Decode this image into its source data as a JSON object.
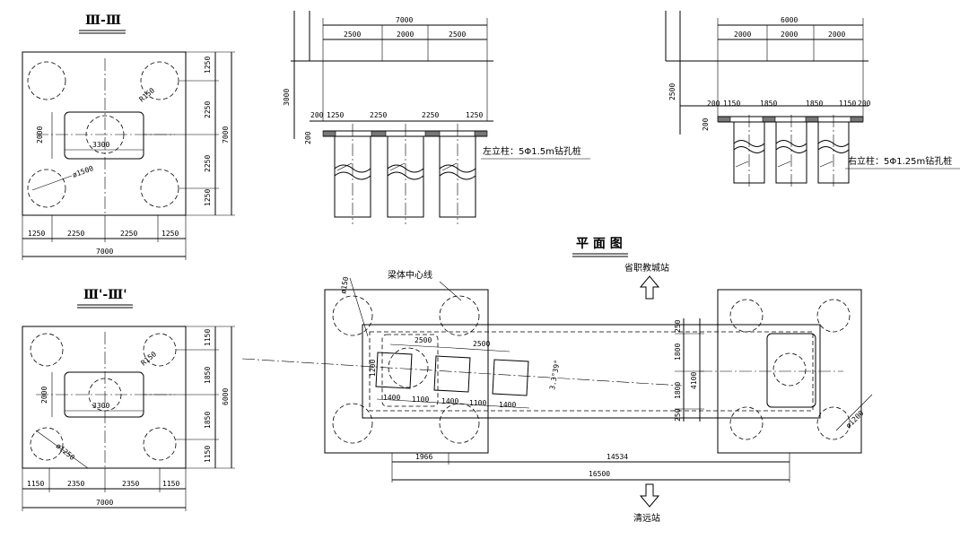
{
  "titles": {
    "section_3": "Ⅲ-Ⅲ",
    "section_3p": "Ⅲ'-Ⅲ'",
    "plan": "平 面 图"
  },
  "annotations": {
    "left_pile": "左立柱：5Φ1.5m钻孔桩",
    "right_pile": "右立柱：5Φ1.25m钻孔桩",
    "beam_center": "梁体中心线",
    "station_north": "省职教城站",
    "station_south": "清远站",
    "skew_angle": "3.3°39°"
  },
  "dims": {
    "total_7000": "7000",
    "total_6000": "6000",
    "d2500": "2500",
    "d2000": "2000",
    "d3000": "3000",
    "d200": "200",
    "d1250": "1250",
    "d2250": "2250",
    "d1150": "1150",
    "d1850": "1850",
    "d2350": "2350",
    "d3300": "3300",
    "r150": "R150",
    "phi1500": "ø1500",
    "phi1250": "ø1250",
    "phi1200": "ø1200",
    "phi150": "ø150",
    "d1200": "1200",
    "d1400": "1400",
    "d1100": "1100",
    "d250": "250",
    "d1800": "1800",
    "d4100": "4100",
    "d1966": "1966",
    "d14534": "14534",
    "d16500": "16500"
  }
}
